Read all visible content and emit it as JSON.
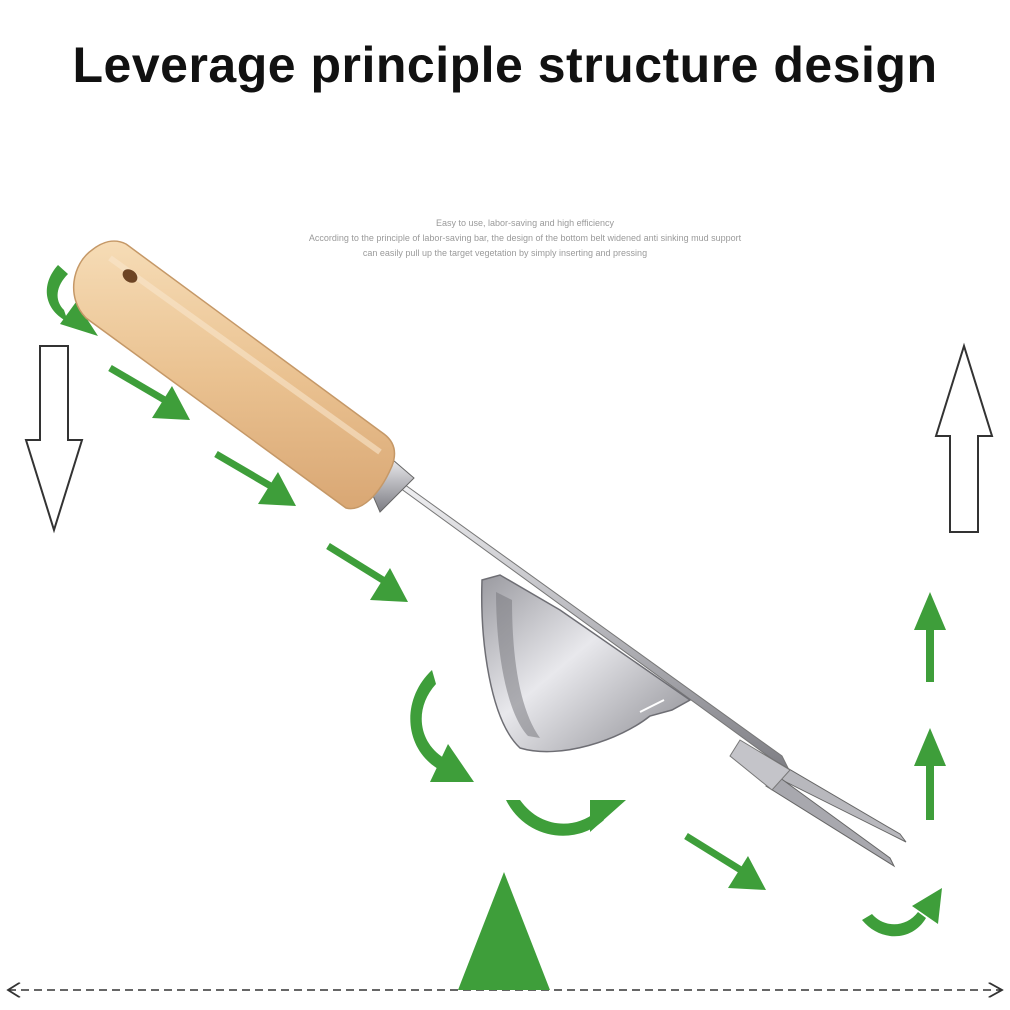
{
  "title": "Leverage principle structure design",
  "captions": [
    "Easy to use, labor-saving and high efficiency",
    "According to the principle of labor-saving bar, the design of the bottom belt widened anti sinking mud support",
    "can easily pull up the target vegetation by simply inserting and pressing"
  ],
  "colors": {
    "arrow_green": "#3e9e3a",
    "handle_wood": "#ecc89c",
    "steel": "#c9c9cc",
    "outline": "#333333"
  }
}
